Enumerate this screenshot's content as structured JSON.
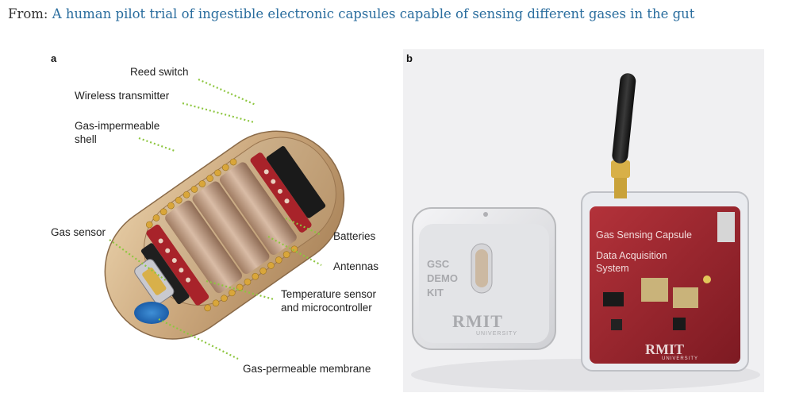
{
  "source": {
    "prefix": "From:",
    "title": "A human pilot trial of ingestible electronic capsules capable of sensing different gases in the gut"
  },
  "figure": {
    "panel_a": {
      "letter": "a",
      "labels": {
        "reed_switch": "Reed switch",
        "wireless_transmitter": "Wireless transmitter",
        "shell_line1": "Gas-impermeable",
        "shell_line2": "shell",
        "gas_sensor": "Gas sensor",
        "batteries": "Batteries",
        "antennas": "Antennas",
        "temp_line1": "Temperature sensor",
        "temp_line2": "and microcontroller",
        "membrane": "Gas-permeable membrane"
      }
    },
    "panel_b": {
      "letter": "b",
      "left_device": {
        "line1": "GSC",
        "line2": "DEMO",
        "line3": "KIT",
        "logo": "RMIT",
        "logo_sub": "UNIVERSITY"
      },
      "right_device": {
        "line1": "Gas Sensing Capsule",
        "line2": "Data Acquisition",
        "line3": "System",
        "logo": "RMIT",
        "logo_sub": "UNIVERSITY"
      }
    }
  },
  "colors": {
    "link": "#2a6d9e",
    "leader": "#8dc63f",
    "shell": "#c9a57a",
    "pcb": "#a8232a"
  }
}
